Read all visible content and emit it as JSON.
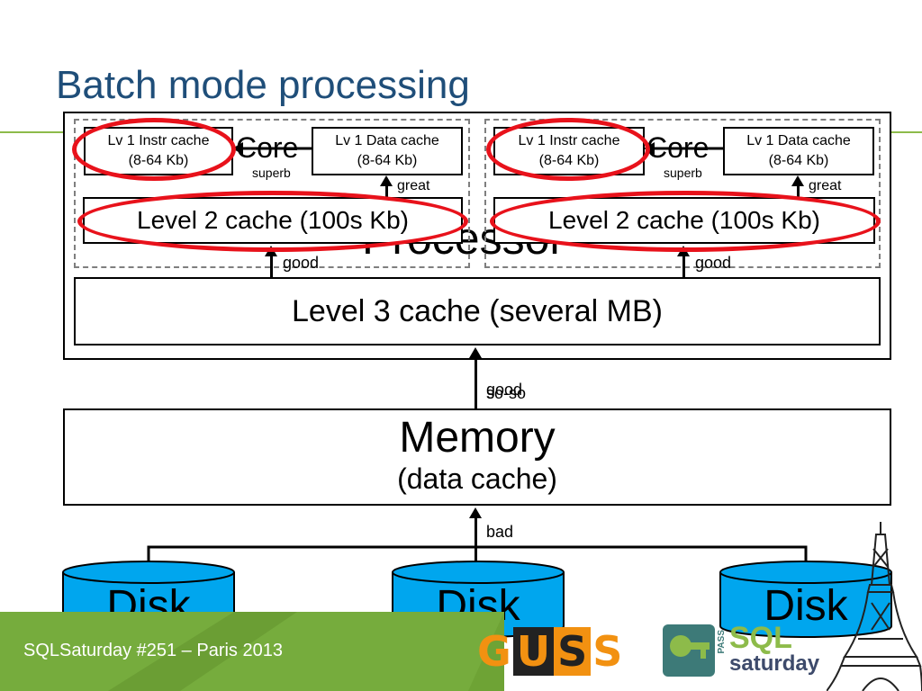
{
  "slide": {
    "title": "Batch mode processing",
    "footer": "SQLSaturday #251 – Paris 2013"
  },
  "diagram": {
    "processor_label": "Processor",
    "cores": [
      {
        "core_label": "Core",
        "l1_instr": "Lv 1 Instr cache\n(8-64 Kb)",
        "l1_data": "Lv 1 Data cache\n(8-64 Kb)",
        "superb": "superb",
        "great": "great",
        "l2": "Level 2 cache (100s Kb)",
        "good": "good"
      },
      {
        "core_label": "Core",
        "l1_instr": "Lv 1 Instr cache\n(8-64 Kb)",
        "l1_data": "Lv 1 Data cache\n(8-64 Kb)",
        "superb": "superb",
        "great": "great",
        "l2": "Level 2 cache (100s Kb)",
        "good": "good"
      }
    ],
    "l3": "Level 3 cache (several MB)",
    "mem_link_label_a": "good",
    "mem_link_label_b": "so-so",
    "memory_title": "Memory",
    "memory_subtitle": "(data cache)",
    "disk_link_label": "bad",
    "disks": [
      "Disk",
      "Disk",
      "Disk"
    ]
  },
  "logos": {
    "guss_letters": [
      "G",
      "U",
      "S",
      "S"
    ],
    "sql_pass": "PASS",
    "sql_word": "SQL",
    "saturday_word": "saturday"
  },
  "colors": {
    "title": "#1f4e79",
    "highlight": "#e8121b",
    "disk_fill": "#00a6ee",
    "footer_green": "#6ea335"
  }
}
